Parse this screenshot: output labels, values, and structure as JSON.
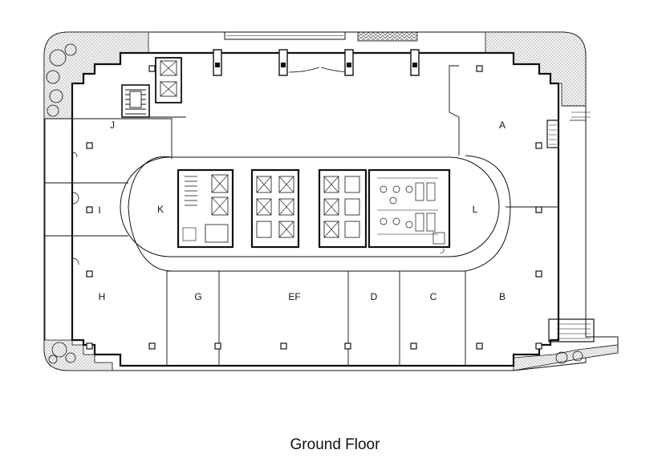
{
  "caption": "Ground Floor",
  "units": [
    {
      "id": "J",
      "label": "J"
    },
    {
      "id": "A",
      "label": "A"
    },
    {
      "id": "I",
      "label": "I"
    },
    {
      "id": "K",
      "label": "K"
    },
    {
      "id": "L",
      "label": "L"
    },
    {
      "id": "H",
      "label": "H"
    },
    {
      "id": "G",
      "label": "G"
    },
    {
      "id": "EF",
      "label": "EF"
    },
    {
      "id": "D",
      "label": "D"
    },
    {
      "id": "C",
      "label": "C"
    },
    {
      "id": "B",
      "label": "B"
    }
  ],
  "colors": {
    "line": "#111111",
    "landscape": "#eeeeee",
    "dots": "#666666",
    "background": "#ffffff"
  }
}
